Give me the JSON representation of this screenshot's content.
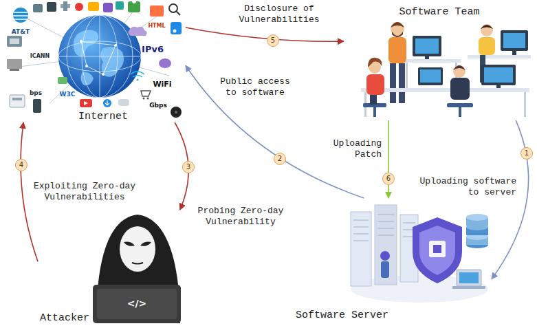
{
  "diagram": {
    "nodes": [
      {
        "text": [
          "Internet"
        ]
      },
      {
        "text": [
          "Software Team"
        ]
      },
      {
        "text": [
          "Attacker"
        ]
      },
      {
        "text": [
          "Software Server"
        ]
      }
    ],
    "edges": [
      {
        "from": 1,
        "to": 3,
        "arrow": "to",
        "label": "Uploading software to server"
      },
      {
        "from": 3,
        "to": 0,
        "arrow": "to",
        "label": "Public access to software"
      },
      {
        "from": 0,
        "to": 2,
        "arrow": "to",
        "label": "Probing Zero-day Vulnerability"
      },
      {
        "from": 2,
        "to": 0,
        "arrow": "to",
        "label": "Exploiting Zero-day Vulnerabilities"
      },
      {
        "from": 0,
        "to": 1,
        "arrow": "to",
        "label": "Disclosure of Vulnerabilities"
      },
      {
        "from": 1,
        "to": 3,
        "arrow": "to",
        "label": "Uploading Patch"
      }
    ],
    "labels": [
      "AT&T",
      "ICANN",
      "HTML",
      "IPv6",
      "WiFi",
      "bps",
      "W3C",
      "Gbps",
      "</>",
      "1",
      "2",
      "3",
      "4",
      "5",
      "6"
    ]
  }
}
